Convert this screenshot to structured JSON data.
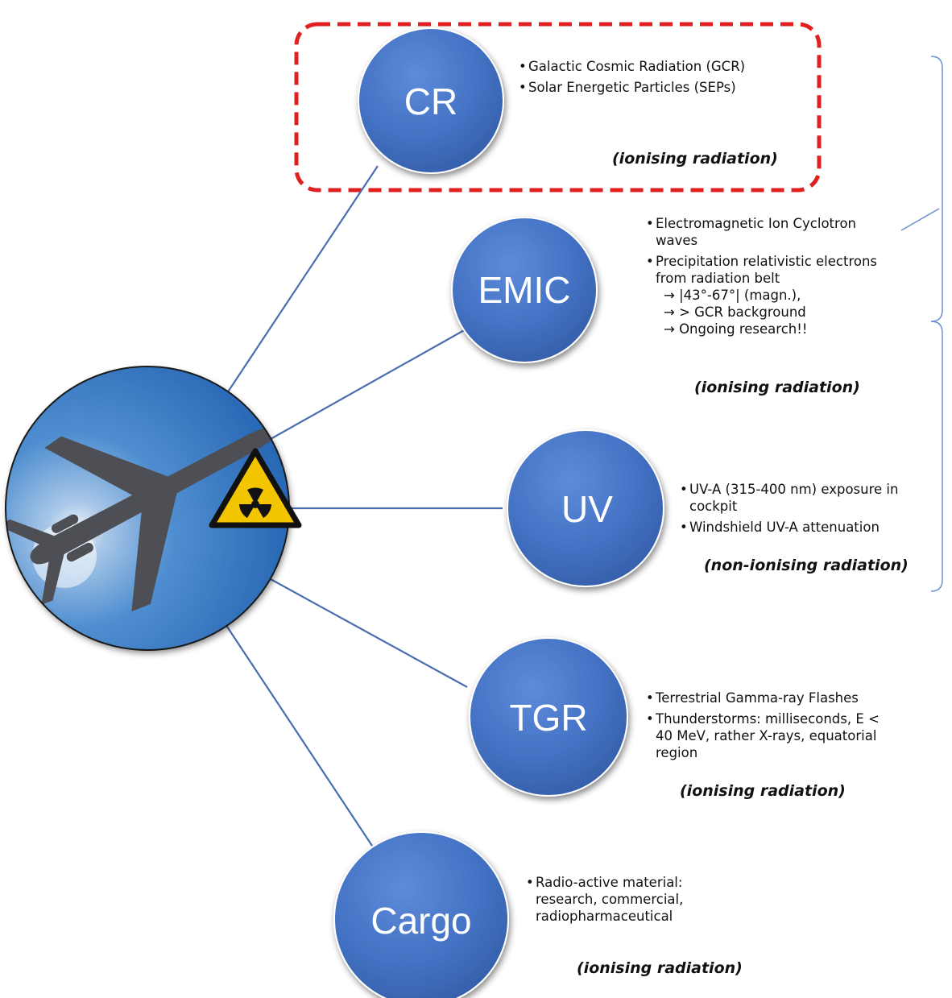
{
  "colors": {
    "node_fill": "#4472C4",
    "connector": "#4A6DB0",
    "highlight_border": "#E02020",
    "bracket": "#6E8FD0",
    "hazard_yellow": "#F2C500",
    "sky": "#3A78C0"
  },
  "hub": {
    "image": "airplane-photo",
    "symbol": "radiation-warning-sign"
  },
  "nodes": [
    {
      "label": "CR",
      "bullets": [
        {
          "text": "Galactic Cosmic Radiation (GCR)"
        },
        {
          "text": "Solar Energetic Particles (SEPs)"
        }
      ],
      "note": "(ionising radiation)"
    },
    {
      "label": "EMIC",
      "bullets": [
        {
          "text": "Electromagnetic Ion Cyclotron waves"
        },
        {
          "text": "Precipitation relativistic electrons from radiation belt",
          "subs": [
            "→ |43°-67°| (magn.),",
            "→ > GCR background",
            "→ Ongoing research!!"
          ]
        }
      ],
      "note": "(ionising radiation)"
    },
    {
      "label": "UV",
      "bullets": [
        {
          "text": "UV-A (315-400 nm) exposure in cockpit"
        },
        {
          "text": "Windshield UV-A attenuation"
        }
      ],
      "note": "(non-ionising radiation)"
    },
    {
      "label": "TGR",
      "bullets": [
        {
          "text": "Terrestrial Gamma-ray Flashes"
        },
        {
          "text": "Thunderstorms: milliseconds, E < 40 MeV, rather X-rays, equatorial region"
        }
      ],
      "note": "(ionising radiation)"
    },
    {
      "label": "Cargo",
      "bullets": [
        {
          "text": "Radio-active material: research, commercial, radiopharmaceutical"
        }
      ],
      "note": "(ionising radiation)"
    }
  ]
}
